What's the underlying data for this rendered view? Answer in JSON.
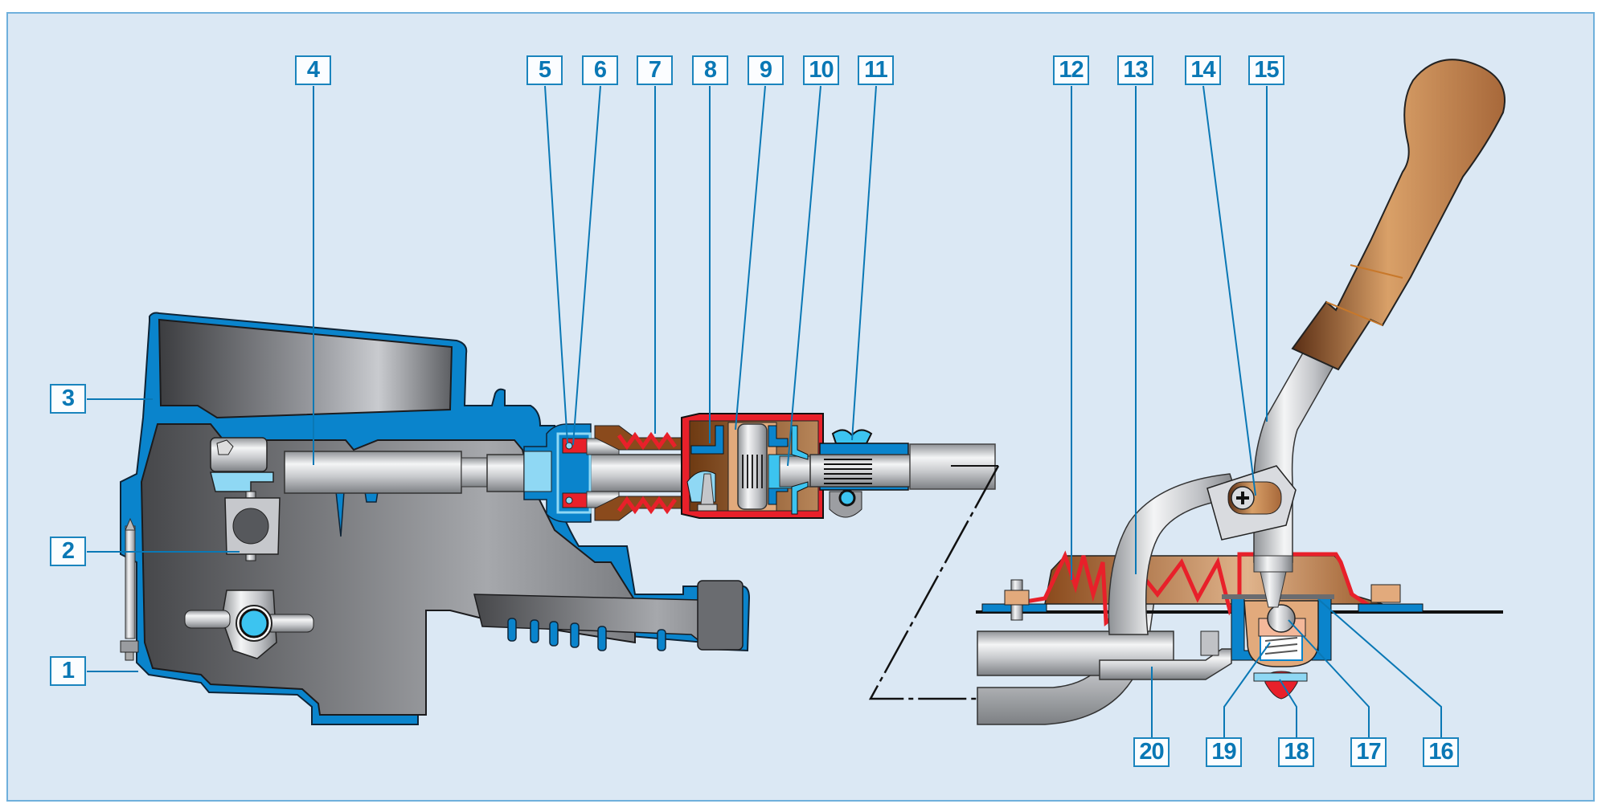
{
  "diagram": {
    "subject": "Gearshift linkage cross-section (gearbox housing, shift rod, hinge, lever)",
    "colors": {
      "background": "#dbe8f4",
      "frame_border": "#6fb0dc",
      "callout_text": "#0a78b5",
      "callout_border": "#1a84bd",
      "housing_section": "#0a84cc",
      "seal_red": "#e8202a",
      "bronze": "#8a4a1c",
      "knob": "#d79a62",
      "light_blue": "#3cc4f0"
    },
    "callouts": [
      {
        "id": "1",
        "label": "1"
      },
      {
        "id": "2",
        "label": "2"
      },
      {
        "id": "3",
        "label": "3"
      },
      {
        "id": "4",
        "label": "4"
      },
      {
        "id": "5",
        "label": "5"
      },
      {
        "id": "6",
        "label": "6"
      },
      {
        "id": "7",
        "label": "7"
      },
      {
        "id": "8",
        "label": "8"
      },
      {
        "id": "9",
        "label": "9"
      },
      {
        "id": "10",
        "label": "10"
      },
      {
        "id": "11",
        "label": "11"
      },
      {
        "id": "12",
        "label": "12"
      },
      {
        "id": "13",
        "label": "13"
      },
      {
        "id": "14",
        "label": "14"
      },
      {
        "id": "15",
        "label": "15"
      },
      {
        "id": "16",
        "label": "16"
      },
      {
        "id": "17",
        "label": "17"
      },
      {
        "id": "18",
        "label": "18"
      },
      {
        "id": "19",
        "label": "19"
      },
      {
        "id": "20",
        "label": "20"
      }
    ]
  }
}
